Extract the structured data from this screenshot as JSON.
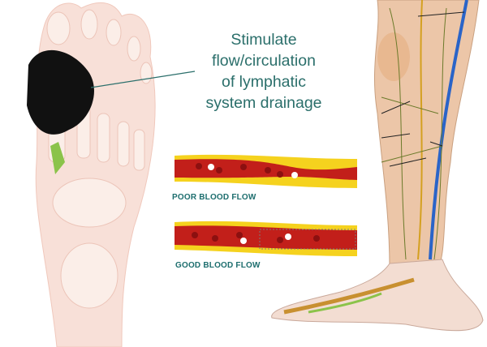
{
  "caption": {
    "lines": [
      "Stimulate",
      "flow/circulation",
      "of lymphatic",
      "system drainage"
    ]
  },
  "vessels": {
    "poor_label": "POOR BLOOD FLOW",
    "good_label": "GOOD BLOOD FLOW"
  },
  "colors": {
    "text_teal": "#2b6f6b",
    "label_teal": "#1d6e6e",
    "vessel_red": "#c21f1a",
    "plaque_yellow": "#f5d21e",
    "pad_black": "#111111",
    "lymph_green": "#6b7a2a"
  }
}
